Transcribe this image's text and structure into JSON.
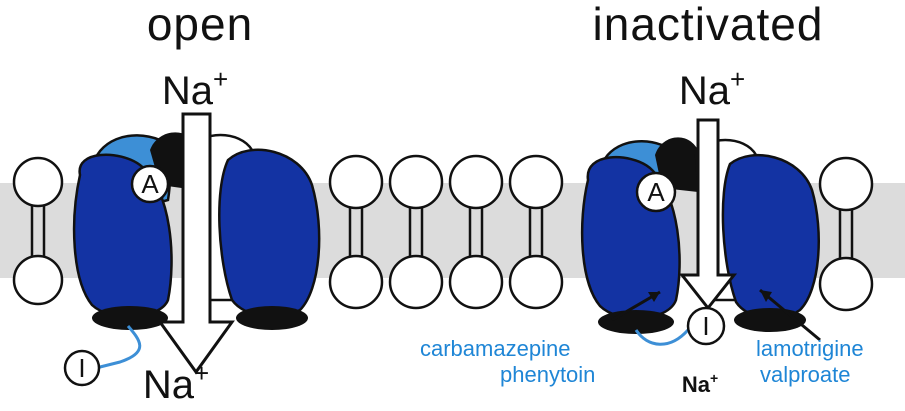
{
  "titles": {
    "left": "open",
    "right": "inactivated"
  },
  "ions": {
    "left_top": "Na",
    "left_top_charge": "+",
    "left_bottom": "Na",
    "left_bottom_charge": "+",
    "right_top": "Na",
    "right_top_charge": "+",
    "right_bottom": "Na",
    "right_bottom_charge": "+"
  },
  "gates": {
    "activation_label": "A",
    "inactivation_label": "I"
  },
  "drugs": {
    "left_line1": "carbamazepine",
    "left_line2": "phenytoin",
    "right_line1": "lamotrigine",
    "right_line2": "valproate"
  },
  "colors": {
    "channel_dark": "#1333a3",
    "channel_light": "#3d8fd6",
    "drug_text": "#1f86d6",
    "membrane": "#dcdcdc"
  }
}
